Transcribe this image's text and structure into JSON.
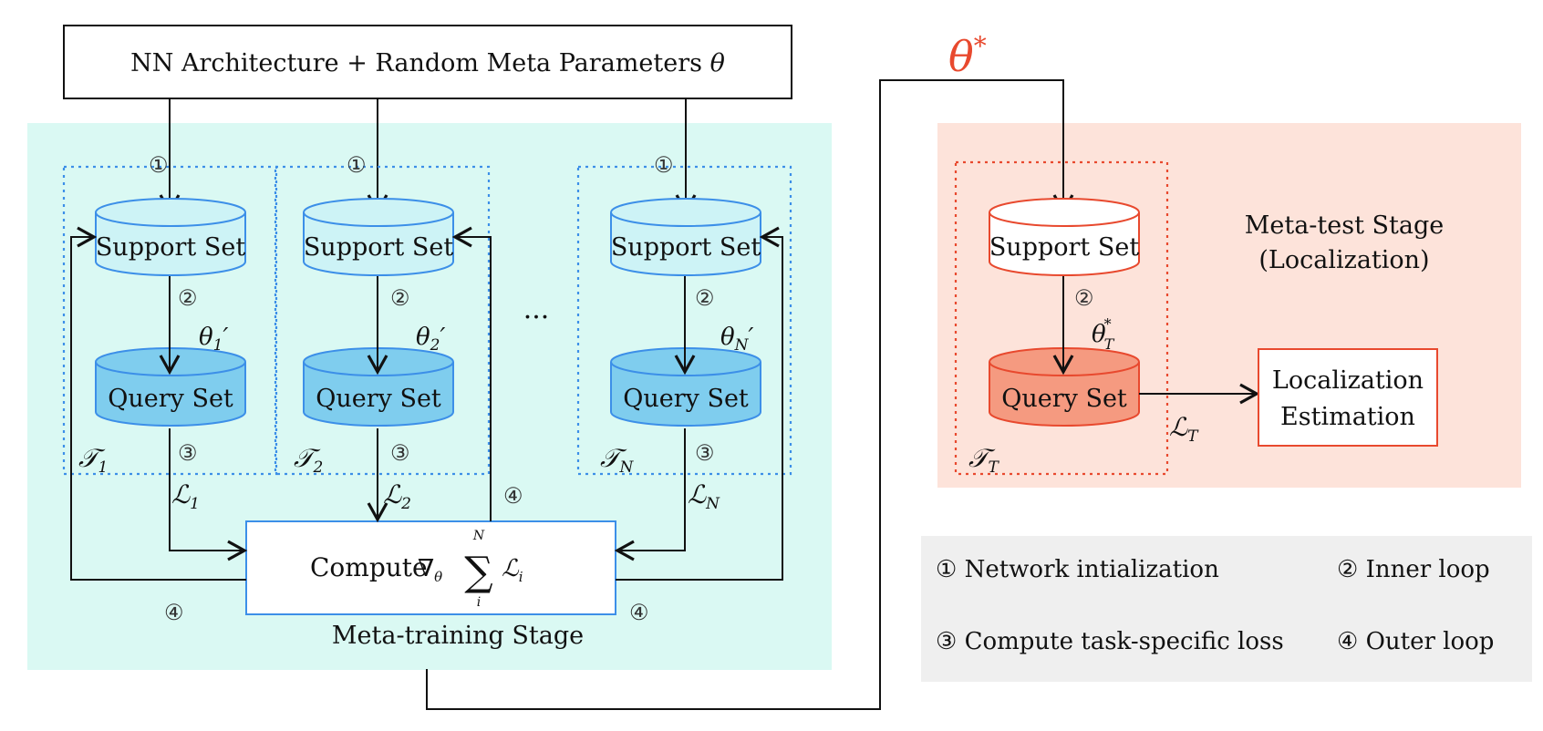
{
  "top_box": {
    "label": "NN Architecture + Random Meta Parameters",
    "symbol": "θ"
  },
  "theta_star": {
    "base": "θ",
    "sup": "*"
  },
  "dots": "···",
  "tasks": [
    {
      "support": "Support Set",
      "query": "Query Set",
      "marker_init": "①",
      "marker_inner": "②",
      "marker_loss": "③",
      "theta_base": "θ",
      "theta_sub": "1",
      "theta_prime": "′",
      "task_base": "𝒯",
      "task_sub": "1",
      "loss_base": "ℒ",
      "loss_sub": "1"
    },
    {
      "support": "Support Set",
      "query": "Query Set",
      "marker_init": "①",
      "marker_inner": "②",
      "marker_loss": "③",
      "theta_base": "θ",
      "theta_sub": "2",
      "theta_prime": "′",
      "task_base": "𝒯",
      "task_sub": "2",
      "loss_base": "ℒ",
      "loss_sub": "2"
    },
    {
      "support": "Support Set",
      "query": "Query Set",
      "marker_init": "①",
      "marker_inner": "②",
      "marker_loss": "③",
      "theta_base": "θ",
      "theta_sub": "N",
      "theta_prime": "′",
      "task_base": "𝒯",
      "task_sub": "N",
      "loss_base": "ℒ",
      "loss_sub": "N"
    }
  ],
  "compute_box": {
    "word": "Compute",
    "nabla": "∇",
    "nabla_sub": "θ",
    "sigma": "∑",
    "sum_top": "N",
    "sum_bottom": "i",
    "loss": "ℒ",
    "loss_sub": "i"
  },
  "outer_markers": {
    "between": "④",
    "left": "④",
    "right": "④"
  },
  "meta_training_label": "Meta-training Stage",
  "meta_test": {
    "title_line1": "Meta-test Stage",
    "title_line2": "(Localization)",
    "support": "Support Set",
    "query": "Query Set",
    "marker_inner": "②",
    "theta_base": "θ",
    "theta_sub": "T",
    "theta_sup": "*",
    "task_base": "𝒯",
    "task_sub": "T",
    "loss_base": "ℒ",
    "loss_sub": "T",
    "estimation_line1": "Localization",
    "estimation_line2": "Estimation"
  },
  "legend": {
    "item1": "① Network intialization",
    "item2": "② Inner loop",
    "item3": "③ Compute task-specific loss",
    "item4": "④ Outer loop"
  },
  "colors": {
    "train_bg": "#daf9f3",
    "test_bg": "#fde3da",
    "legend_bg": "#efefef",
    "blue_stroke": "#3c8fe8",
    "support_fill": "#cdf3f6",
    "query_fill": "#7fcdee",
    "red_stroke": "#e8492e",
    "query_red_fill": "#f59a80",
    "theta_star": "#e8492e"
  }
}
